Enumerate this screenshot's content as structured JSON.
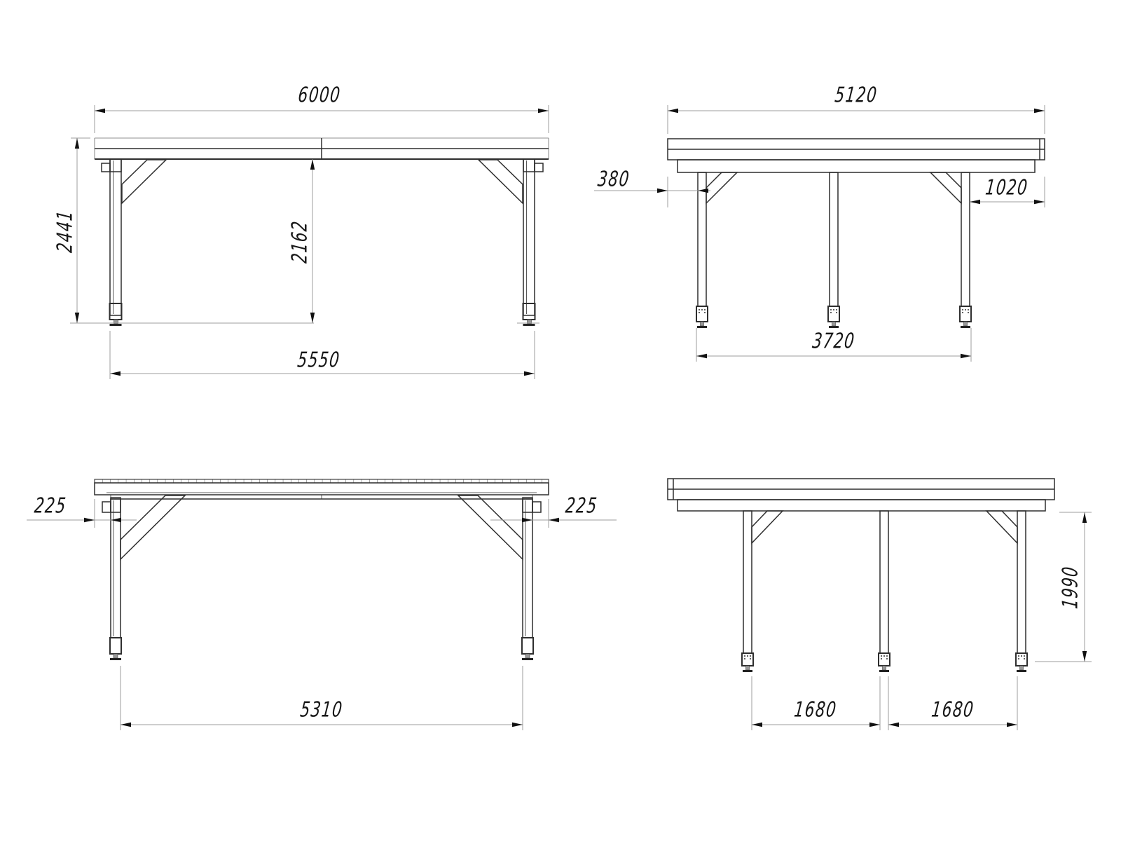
{
  "colors": {
    "background": "#ffffff",
    "object_line": "#2e2e2e",
    "dimension_line": "#9c9c9c",
    "arrow": "#111111",
    "text": "#161616"
  },
  "views": {
    "side_top": {
      "dims": {
        "roof_length": "6000",
        "total_height": "2441",
        "clear_height": "2162",
        "post_span_outer": "5550"
      }
    },
    "front_top": {
      "dims": {
        "roof_width": "5120",
        "overhang_left": "380",
        "overhang_right": "1020",
        "post_span_outer": "3720"
      }
    },
    "side_bottom": {
      "dims": {
        "overhang_left": "225",
        "overhang_right": "225",
        "post_clear_span": "5310"
      }
    },
    "front_bottom": {
      "dims": {
        "post_height": "1990",
        "bay_left": "1680",
        "bay_right": "1680"
      }
    }
  }
}
